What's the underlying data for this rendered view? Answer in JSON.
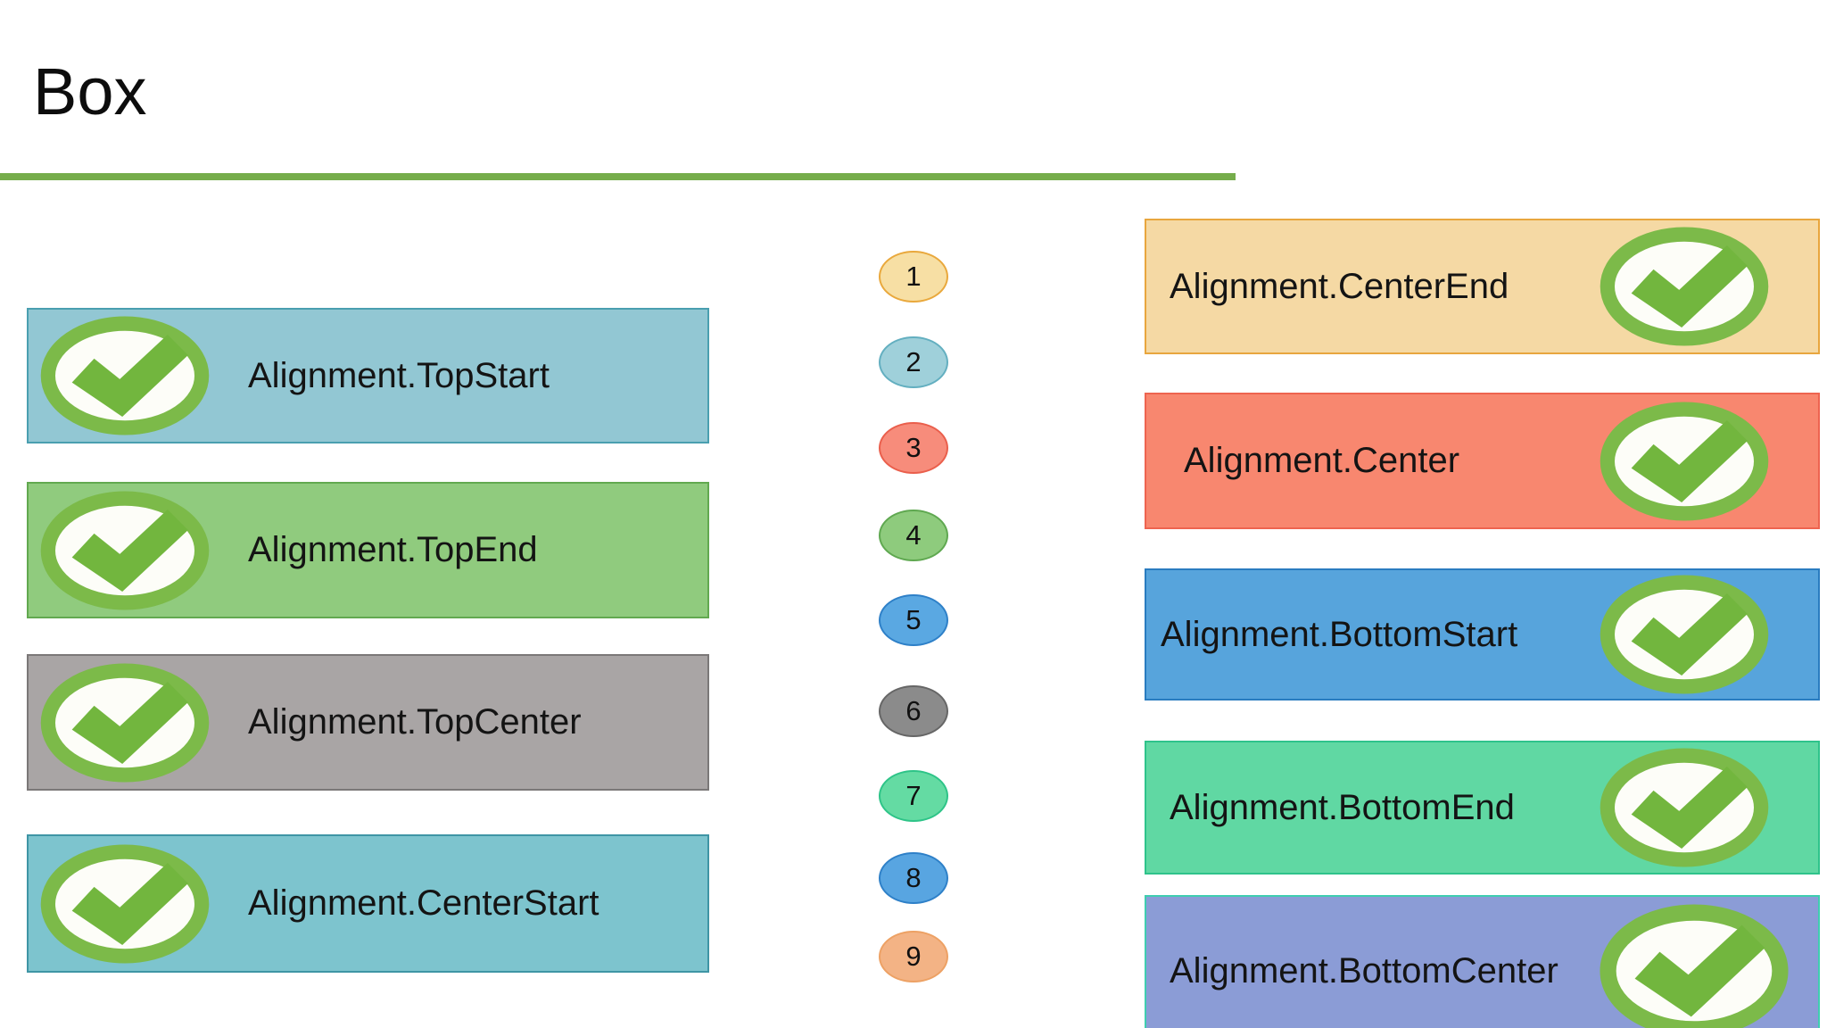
{
  "slide": {
    "title": "Box"
  },
  "colors": {
    "accent_line": "#76ad4b",
    "check_ring": "#7cba49",
    "check_mark": "#72b63e",
    "check_bg": "#fdfdf8"
  },
  "left_boxes": [
    {
      "label": "Alignment.TopStart",
      "fill": "#92c7d3",
      "border": "#4a9fb0"
    },
    {
      "label": "Alignment.TopEnd",
      "fill": "#90cb7e",
      "border": "#62a950"
    },
    {
      "label": "Alignment.TopCenter",
      "fill": "#a9a5a5",
      "border": "#7b7878"
    },
    {
      "label": "Alignment.CenterStart",
      "fill": "#7dc4ce",
      "border": "#3f95a5"
    }
  ],
  "right_boxes": [
    {
      "label": "Alignment.CenterEnd",
      "fill": "#f5d9a4",
      "border": "#e8a63e"
    },
    {
      "label": "Alignment.Center",
      "fill": "#f8876f",
      "border": "#ee6450"
    },
    {
      "label": "Alignment.BottomStart",
      "fill": "#57a4dc",
      "border": "#2a7cc0"
    },
    {
      "label": "Alignment.BottomEnd",
      "fill": "#60d8a3",
      "border": "#2fc38b"
    },
    {
      "label": "Alignment.BottomCenter",
      "fill": "#8b9cd6",
      "border": "#3fcdb0"
    }
  ],
  "circles": [
    {
      "number": "1",
      "fill": "#f7dfa4",
      "border": "#e9a83c"
    },
    {
      "number": "2",
      "fill": "#9fd0da",
      "border": "#63afc0"
    },
    {
      "number": "3",
      "fill": "#f78c7b",
      "border": "#ea5f4c"
    },
    {
      "number": "4",
      "fill": "#8ecb7d",
      "border": "#5fa850"
    },
    {
      "number": "5",
      "fill": "#5aa8e2",
      "border": "#2e80c8"
    },
    {
      "number": "6",
      "fill": "#8b8b8b",
      "border": "#666666"
    },
    {
      "number": "7",
      "fill": "#64dba3",
      "border": "#2ec488"
    },
    {
      "number": "8",
      "fill": "#58a5e1",
      "border": "#2e80c8"
    },
    {
      "number": "9",
      "fill": "#f3b385",
      "border": "#eda164"
    }
  ]
}
